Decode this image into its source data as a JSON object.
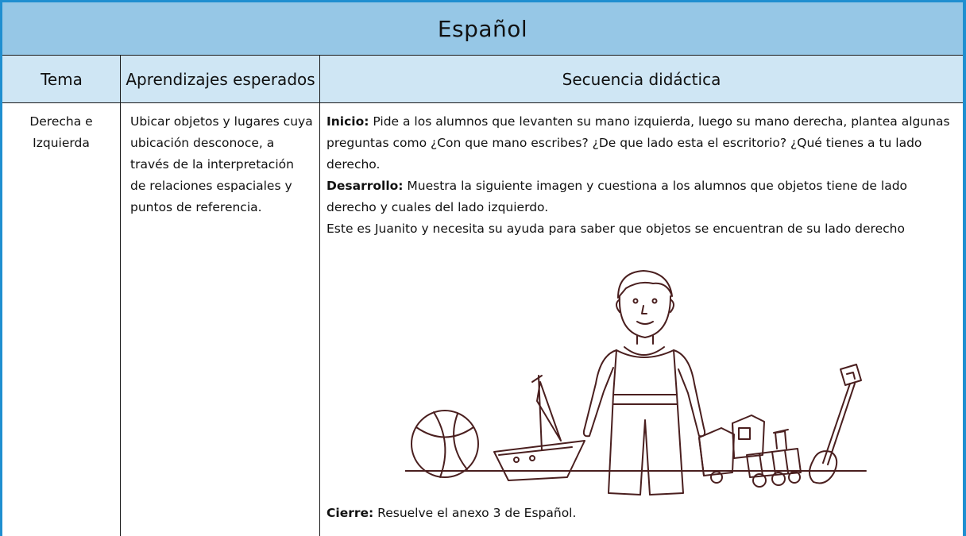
{
  "table": {
    "title": "Español",
    "headers": {
      "tema": "Tema",
      "aprendizajes": "Aprendizajes esperados",
      "secuencia": "Secuencia didáctica"
    },
    "row": {
      "tema": "Derecha e Izquierda",
      "aprendizajes": "Ubicar objetos y lugares cuya ubicación desconoce, a través de la interpretación de relaciones espaciales y puntos de referencia.",
      "inicio_label": "Inicio:",
      "inicio_text": " Pide a los alumnos que levanten su mano izquierda, luego su mano derecha, plantea algunas preguntas como ¿Con que mano escribes? ¿De que lado esta el escritorio? ¿Qué tienes a tu lado derecho.",
      "desarrollo_label": "Desarrollo:",
      "desarrollo_text": " Muestra la siguiente imagen y cuestiona a  los alumnos que objetos tiene de lado derecho y cuales del lado izquierdo.",
      "juanito_text": "Este es Juanito y necesita su ayuda para saber que objetos se encuentran de su lado derecho",
      "cierre_label": "Cierre:",
      "cierre_text": " Resuelve el anexo 3 de Español."
    }
  },
  "colors": {
    "frame": "#1f8fd0",
    "title_bg": "#96c7e6",
    "header_bg": "#cfe6f4",
    "drawing": "#4a1f1f"
  },
  "illustration": {
    "icons": [
      "boy-icon",
      "ball-icon",
      "boat-icon",
      "toy-train-icon",
      "shovel-icon"
    ]
  }
}
